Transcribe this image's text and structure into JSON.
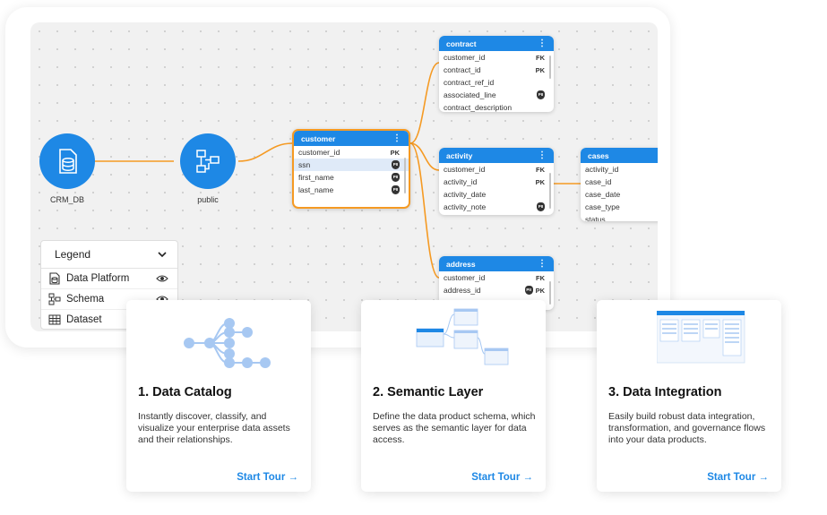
{
  "canvas": {
    "nodes": [
      {
        "label": "CRM_DB",
        "icon": "database-icon"
      },
      {
        "label": "public",
        "icon": "schema-icon"
      }
    ],
    "tables": {
      "contract": {
        "title": "contract",
        "rows": [
          {
            "name": "customer_id",
            "key": "FK",
            "pii": false
          },
          {
            "name": "contract_id",
            "key": "PK",
            "pii": false
          },
          {
            "name": "contract_ref_id",
            "key": "",
            "pii": false
          },
          {
            "name": "associated_line",
            "key": "",
            "pii": true
          },
          {
            "name": "contract_description",
            "key": "",
            "pii": false
          }
        ]
      },
      "customer": {
        "title": "customer",
        "rows": [
          {
            "name": "customer_id",
            "key": "PK",
            "pii": false
          },
          {
            "name": "ssn",
            "key": "",
            "pii": true
          },
          {
            "name": "first_name",
            "key": "",
            "pii": true
          },
          {
            "name": "last_name",
            "key": "",
            "pii": true
          }
        ]
      },
      "activity": {
        "title": "activity",
        "rows": [
          {
            "name": "customer_id",
            "key": "FK",
            "pii": false
          },
          {
            "name": "activity_id",
            "key": "PK",
            "pii": false
          },
          {
            "name": "activity_date",
            "key": "",
            "pii": false
          },
          {
            "name": "activity_note",
            "key": "",
            "pii": true
          }
        ]
      },
      "cases": {
        "title": "cases",
        "rows": [
          {
            "name": "activity_id",
            "key": "",
            "pii": false
          },
          {
            "name": "case_id",
            "key": "",
            "pii": false
          },
          {
            "name": "case_date",
            "key": "",
            "pii": false
          },
          {
            "name": "case_type",
            "key": "",
            "pii": false
          },
          {
            "name": "status",
            "key": "",
            "pii": false
          }
        ]
      },
      "address": {
        "title": "address",
        "rows": [
          {
            "name": "customer_id",
            "key": "FK",
            "pii": false
          },
          {
            "name": "address_id",
            "key": "PK",
            "pii": true
          }
        ]
      }
    },
    "pii_badge": "PII",
    "menu_glyph": "⋮"
  },
  "legend": {
    "title": "Legend",
    "items": [
      {
        "label": "Data Platform",
        "icon": "data-platform-icon"
      },
      {
        "label": "Schema",
        "icon": "schema-icon"
      },
      {
        "label": "Dataset",
        "icon": "dataset-icon"
      }
    ]
  },
  "cards": [
    {
      "title": "1. Data Catalog",
      "text": "Instantly discover, classify, and visualize your enterprise data assets and their relationships.",
      "cta": "Start Tour →"
    },
    {
      "title": "2. Semantic Layer",
      "text": "Define the data product schema, which serves as the semantic layer for data access.",
      "cta": "Start Tour →"
    },
    {
      "title": "3. Data Integration",
      "text": "Easily build robust data integration, transformation, and governance flows into your data products.",
      "cta": "Start Tour →"
    }
  ],
  "colors": {
    "accent": "#1e88e5",
    "highlight": "#f59a23",
    "light_blue": "#a7c8f2"
  }
}
